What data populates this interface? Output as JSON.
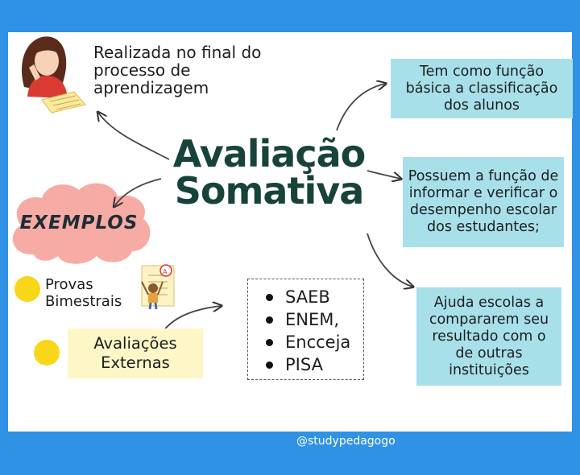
{
  "title": {
    "line1": "Avaliação",
    "line2": "Somativa"
  },
  "timing": {
    "text": "Realizada no final do processo de aprendizagem"
  },
  "functions": [
    {
      "text": "Tem como função básica a classificação dos alunos"
    },
    {
      "text": "Possuem a função de informar e verificar o desempenho escolar dos estudantes;"
    },
    {
      "text": "Ajuda escolas a compararem seu resultado com o de outras instituições"
    }
  ],
  "examples": {
    "label": "EXEMPLOS",
    "item1": "Provas Bimestrais",
    "item2": "Avaliações Externas"
  },
  "external_list": [
    "SAEB",
    "ENEM,",
    "Encceja",
    "PISA"
  ],
  "credit": "@studypedagogo",
  "colors": {
    "frame": "#2f92e4",
    "title": "#18433b",
    "function_box": "#a8e0ea",
    "cloud": "#f6aba4",
    "dot": "#f7d718",
    "external_box": "#fdf7c8"
  },
  "icons": [
    "girl-studying-icon",
    "student-with-test-icon",
    "cloud-shape"
  ]
}
